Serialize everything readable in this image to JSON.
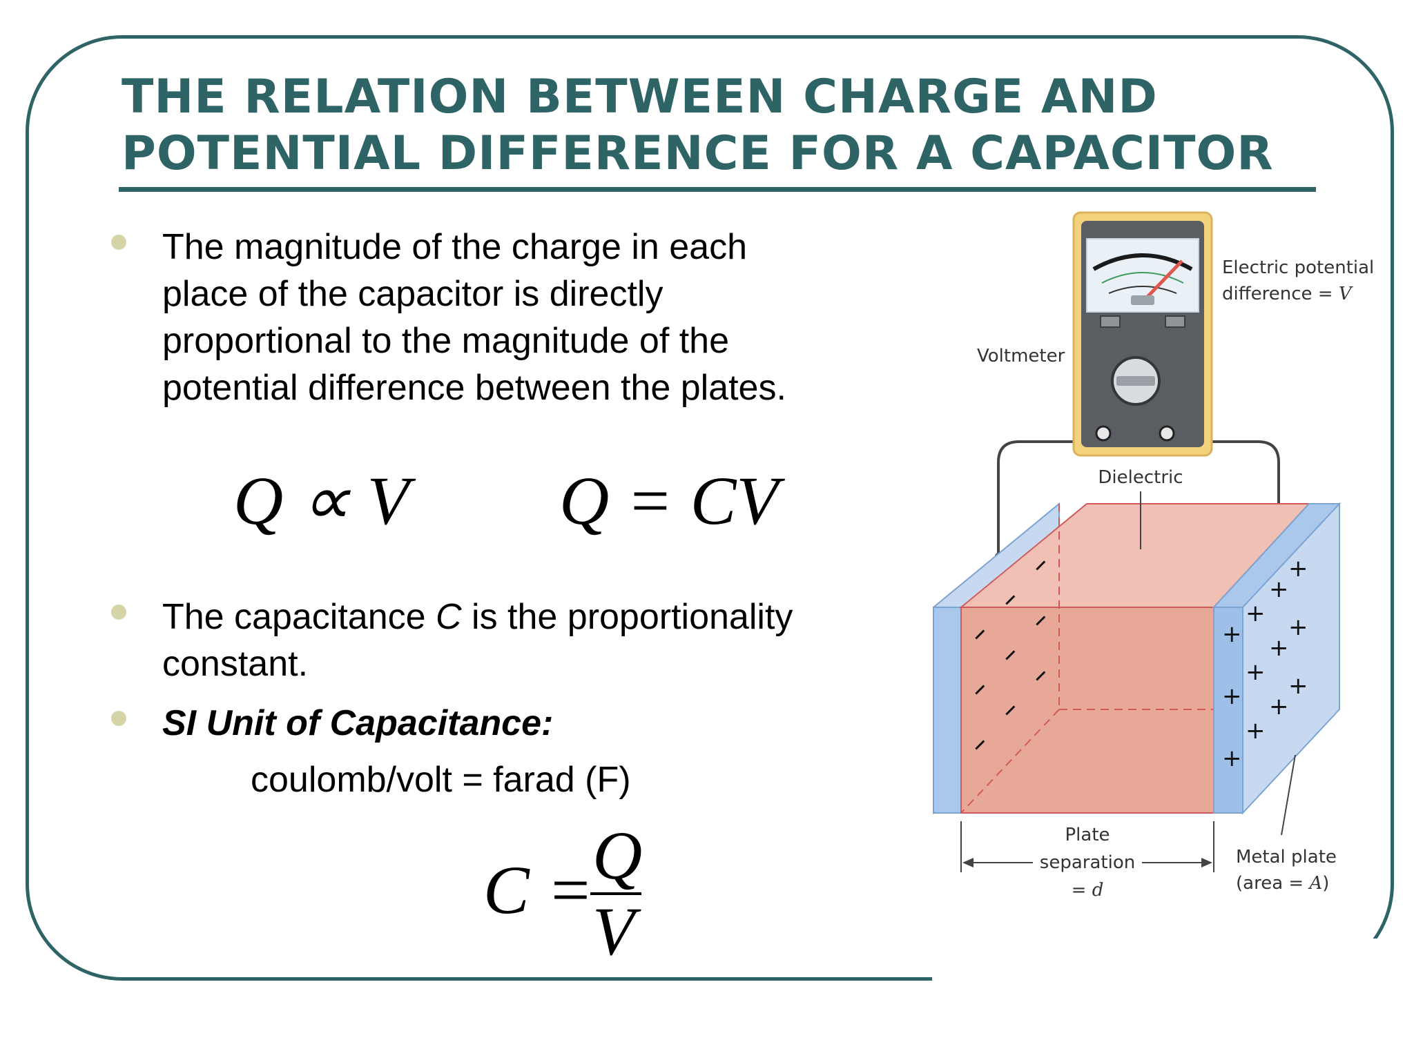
{
  "title": {
    "line1": "THE RELATION BETWEEN CHARGE AND",
    "line2": "POTENTIAL DIFFERENCE FOR A CAPACITOR"
  },
  "bullet1": {
    "lines": [
      "The magnitude of the charge in each",
      "place of the capacitor is directly",
      "proportional to the magnitude of the",
      "potential difference between the plates."
    ]
  },
  "equations": {
    "proportional": "Q ∝ V",
    "definition": "Q = CV",
    "capacitance_lhs": "C =",
    "capacitance_num": "Q",
    "capacitance_den": "V"
  },
  "bullet2": {
    "pre": "The capacitance ",
    "var": "C",
    "post": " is the proportionality",
    "line2": "constant."
  },
  "bullet3": {
    "text": "SI Unit of Capacitance:",
    "unit": "coulomb/volt = farad (F)"
  },
  "diagram": {
    "voltmeter": "Voltmeter",
    "potential_line1": "Electric potential",
    "potential_line2_pre": "difference = ",
    "potential_var": "V",
    "dielectric": "Dielectric",
    "plate_sep_line1": "Plate",
    "plate_sep_line2": "separation",
    "plate_sep_line3_pre": "= ",
    "plate_sep_var": "d",
    "metal_line1": "Metal plate",
    "metal_line2_pre": "(area = ",
    "metal_var": "A",
    "metal_line2_post": ")",
    "neg_sign": "–",
    "pos_sign": "+"
  },
  "colors": {
    "accent": "#2f6466",
    "bullet": "#d4d4a6",
    "dielectric": "#e8a898",
    "plate": "#aac8ec",
    "meter_case": "#f3d27c"
  }
}
